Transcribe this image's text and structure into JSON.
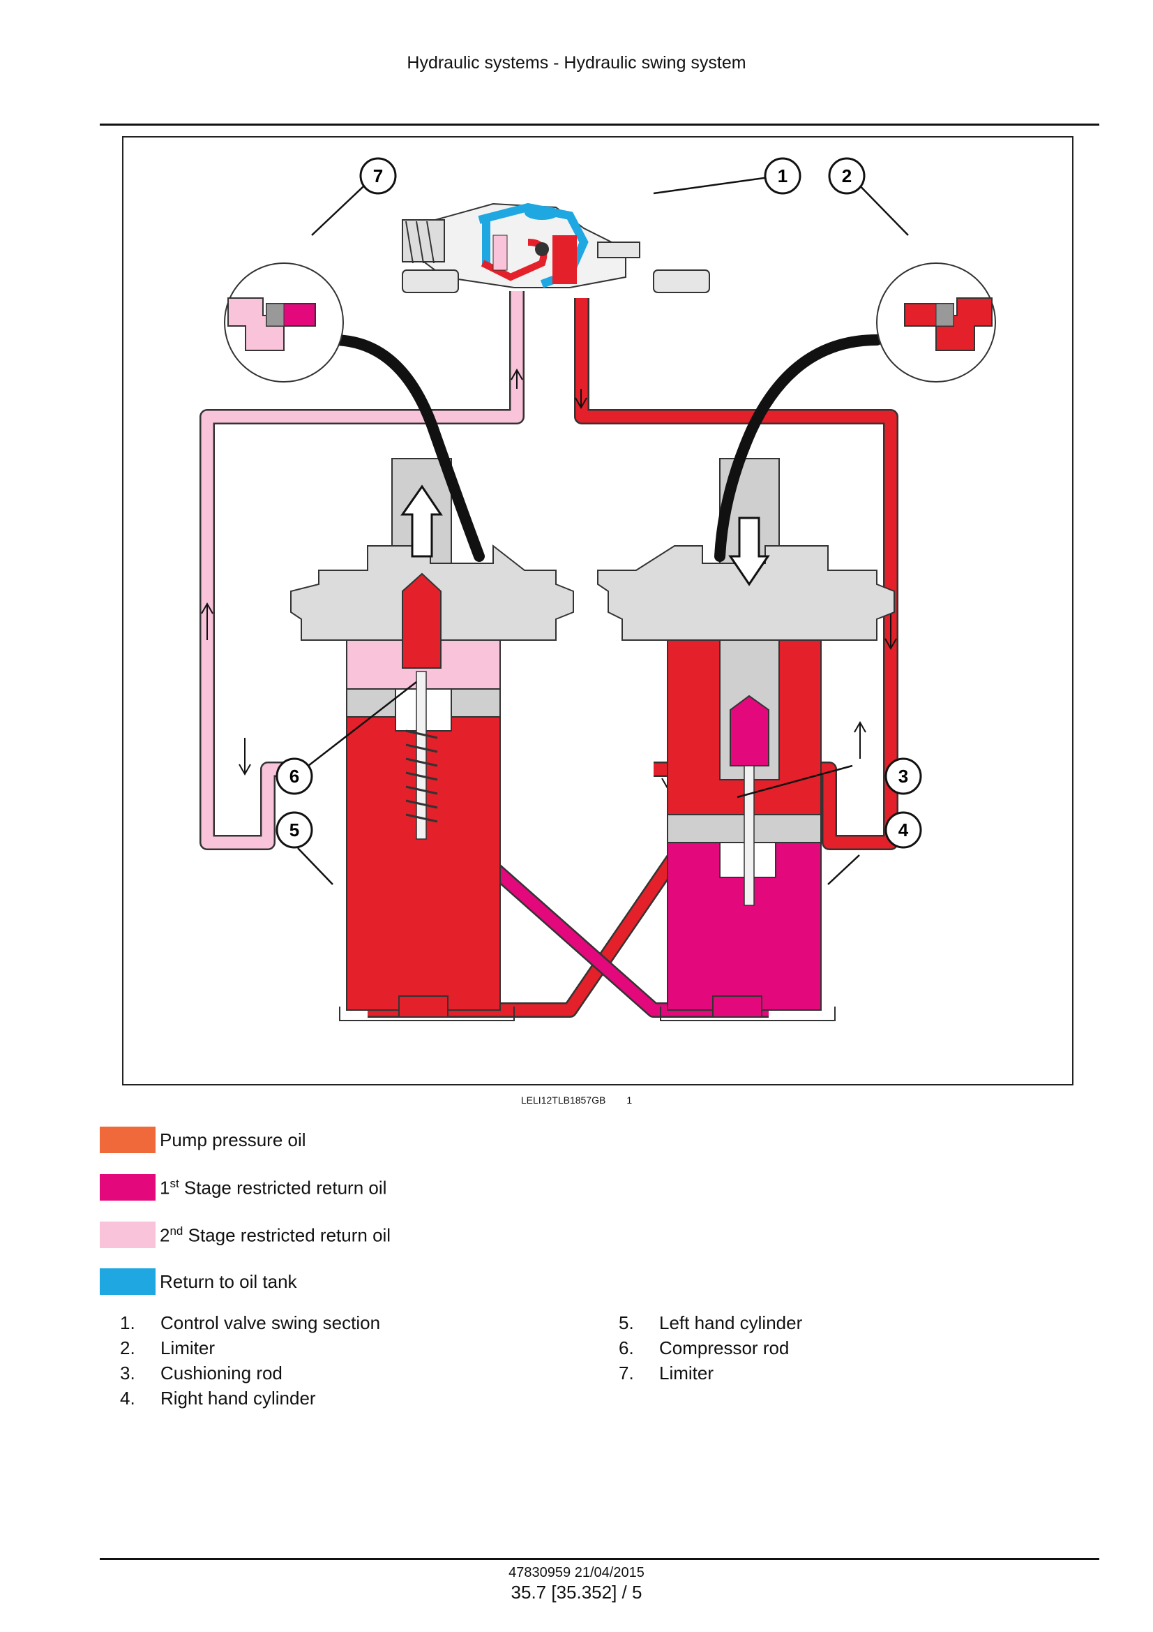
{
  "header": {
    "title": "Hydraulic systems - Hydraulic swing system"
  },
  "figure": {
    "callouts": [
      "1",
      "2",
      "3",
      "4",
      "5",
      "6",
      "7"
    ],
    "reference_code": "LELI12TLB1857GB",
    "figure_number": "1"
  },
  "legend": [
    {
      "text": "Pump pressure oil",
      "sup": "",
      "rest": "",
      "color": "#f0693a"
    },
    {
      "text": "1",
      "sup": "st",
      "rest": " Stage restricted return oil",
      "color": "#e4087d"
    },
    {
      "text": "2",
      "sup": "nd",
      "rest": " Stage restricted return oil",
      "color": "#f9c3d9"
    },
    {
      "text": "Return to oil tank",
      "sup": "",
      "rest": "",
      "color": "#1ea7e1"
    }
  ],
  "items_left": [
    {
      "num": "1.",
      "label": "Control valve swing section"
    },
    {
      "num": "2.",
      "label": "Limiter"
    },
    {
      "num": "3.",
      "label": "Cushioning rod"
    },
    {
      "num": "4.",
      "label": "Right hand cylinder"
    }
  ],
  "items_right": [
    {
      "num": "5.",
      "label": "Left hand cylinder"
    },
    {
      "num": "6.",
      "label": "Compressor rod"
    },
    {
      "num": "7.",
      "label": "Limiter"
    }
  ],
  "footer": {
    "doc": "47830959 21/04/2015",
    "page": "35.7 [35.352] / 5"
  },
  "colors": {
    "pressure_red": "#e4202a",
    "first_stage": "#e4087d",
    "second_stage": "#f9c3d9",
    "return_blue": "#1ea7e1"
  }
}
